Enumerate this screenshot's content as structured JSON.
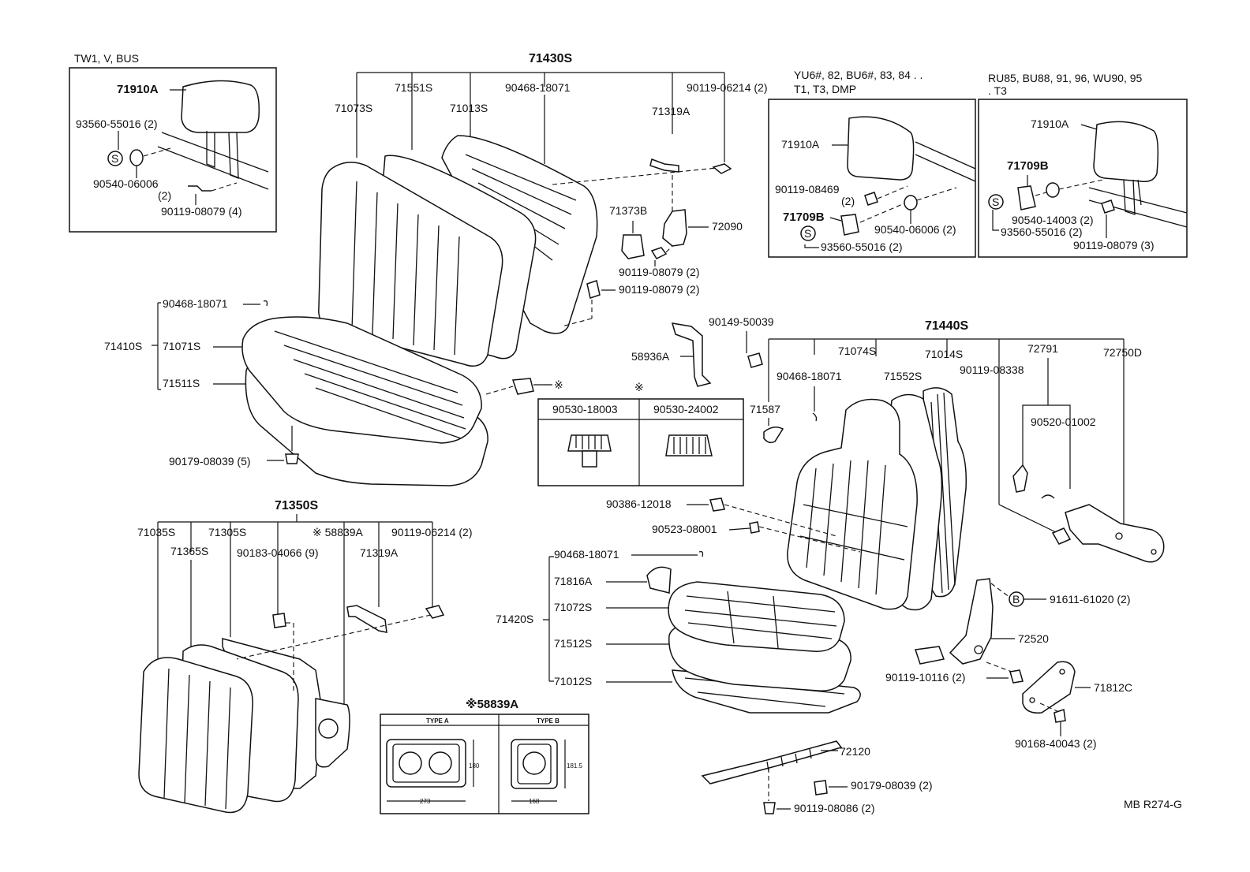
{
  "labels": {
    "tw1_v_bus": "TW1, V, BUS",
    "hr1_71910A": "71910A",
    "hr1_93560": "93560-55016 (2)",
    "hr1_90540": "90540-06006",
    "hr1_90540_qty": "(2)",
    "hr1_90119": "90119-08079 (4)",
    "n71430S": "71430S",
    "n71073S": "71073S",
    "n71551S": "71551S",
    "n71013S": "71013S",
    "n90468_top": "90468-18071",
    "n90119_06214_top": "90119-06214 (2)",
    "n71319A_top": "71319A",
    "n71373B": "71373B",
    "n72090": "72090",
    "n90119_08079_a": "90119-08079 (2)",
    "n90119_08079_b": "90119-08079 (2)",
    "yu_line1": "YU6#, 82, BU6#, 83, 84 . .",
    "yu_line2": "T1, T3, DMP",
    "yu_71910A": "71910A",
    "yu_90119_08469": "90119-08469",
    "yu_90119_08469_qty": "(2)",
    "yu_71709B": "71709B",
    "yu_90540": "90540-06006 (2)",
    "yu_93560": "93560-55016 (2)",
    "ru_line1": "RU85, BU88, 91, 96, WU90, 95",
    "ru_line2": ". T3",
    "ru_71910A": "71910A",
    "ru_71709B": "71709B",
    "ru_90540": "90540-14003 (2)",
    "ru_93560": "93560-55016 (2)",
    "ru_90119": "90119-08079 (3)",
    "s_mark": "S",
    "b_mark": "B",
    "n90468_left": "90468-18071",
    "n71410S": "71410S",
    "n71071S": "71071S",
    "n71511S": "71511S",
    "n90179_left": "90179-08039 (5)",
    "note_mark": "※",
    "n90149": "90149-50039",
    "n58936A": "58936A",
    "n90530_18003": "90530-18003",
    "n90530_24002": "90530-24002",
    "n71440S": "71440S",
    "n71074S": "71074S",
    "n71014S": "71014S",
    "n72791": "72791",
    "n72750D": "72750D",
    "n90468_mid": "90468-18071",
    "n71552S": "71552S",
    "n90119_08338": "90119-08338",
    "n71587": "71587",
    "n90520": "90520-01002",
    "n90386": "90386-12018",
    "n90523": "90523-08001",
    "n71350S": "71350S",
    "n71035S": "71035S",
    "n71305S": "71305S",
    "n58839A_mark": "※ 58839A",
    "n90119_06214_bot": "90119-06214 (2)",
    "n71365S": "71365S",
    "n90183": "90183-04066 (9)",
    "n71319A_bot": "71319A",
    "n90468_bot": "90468-18071",
    "n71816A": "71816A",
    "n71420S": "71420S",
    "n71072S": "71072S",
    "n71512S": "71512S",
    "n71012S": "71012S",
    "n91611": "91611-61020 (2)",
    "n72520": "72520",
    "n90119_10116": "90119-10116 (2)",
    "n71812C": "71812C",
    "n90168": "90168-40043 (2)",
    "n72120": "72120",
    "n90179_bot": "90179-08039 (2)",
    "n90119_08086": "90119-08086 (2)",
    "n58839A_title": "※58839A",
    "type_a": "TYPE A",
    "type_b": "TYPE B",
    "dim_180": "180",
    "dim_273": "273",
    "dim_181_5": "181.5",
    "dim_168": "168",
    "ref_code": "MB R274-G"
  }
}
